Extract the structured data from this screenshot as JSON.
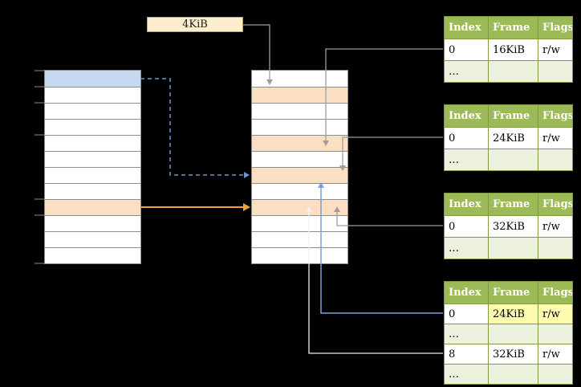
{
  "colors": {
    "bg": "#000000",
    "cell-white": "#ffffff",
    "cell-blue": "#c6d8ee",
    "cell-peach": "#fbdfc3",
    "box-fill": "#fdeecd",
    "box-border": "#bfa06a",
    "grid-line": "#8c8c8c",
    "table-border": "#7e9b3f",
    "table-header": "#9cba57",
    "table-header-text": "#ffffff",
    "table-dots-row": "#ebf1dd",
    "highlight-yellow": "#fdfcae",
    "arrow-gray": "#9e9e9e",
    "arrow-orange": "#e8a33c",
    "arrow-blue": "#7aa0d6",
    "arrow-dashed-blue": "#6d96cf",
    "arrow-white": "#f0f0f0"
  },
  "page_size_box": {
    "label": "4KiB"
  },
  "virtual_memory_column": {
    "row_count": 12,
    "blue_row_index": 0,
    "peach_row_index": 8
  },
  "physical_memory_column": {
    "row_count": 12,
    "peach_row_indices": [
      1,
      4,
      6,
      8
    ]
  },
  "tables": [
    {
      "headers": [
        "Index",
        "Frame",
        "Flags"
      ],
      "rows": [
        {
          "cells": [
            "0",
            "16KiB",
            "r/w"
          ]
        },
        {
          "cells": [
            "…",
            "",
            ""
          ]
        }
      ]
    },
    {
      "headers": [
        "Index",
        "Frame",
        "Flags"
      ],
      "rows": [
        {
          "cells": [
            "0",
            "24KiB",
            "r/w"
          ]
        },
        {
          "cells": [
            "…",
            "",
            ""
          ]
        }
      ]
    },
    {
      "headers": [
        "Index",
        "Frame",
        "Flags"
      ],
      "rows": [
        {
          "cells": [
            "0",
            "32KiB",
            "r/w"
          ]
        },
        {
          "cells": [
            "…",
            "",
            ""
          ]
        }
      ]
    },
    {
      "headers": [
        "Index",
        "Frame",
        "Flags"
      ],
      "rows": [
        {
          "cells": [
            "0",
            "24KiB",
            "r/w"
          ]
        },
        {
          "cells": [
            "…",
            "",
            ""
          ]
        },
        {
          "cells": [
            "8",
            "32KiB",
            "r/w"
          ]
        },
        {
          "cells": [
            "…",
            "",
            ""
          ]
        }
      ]
    }
  ]
}
